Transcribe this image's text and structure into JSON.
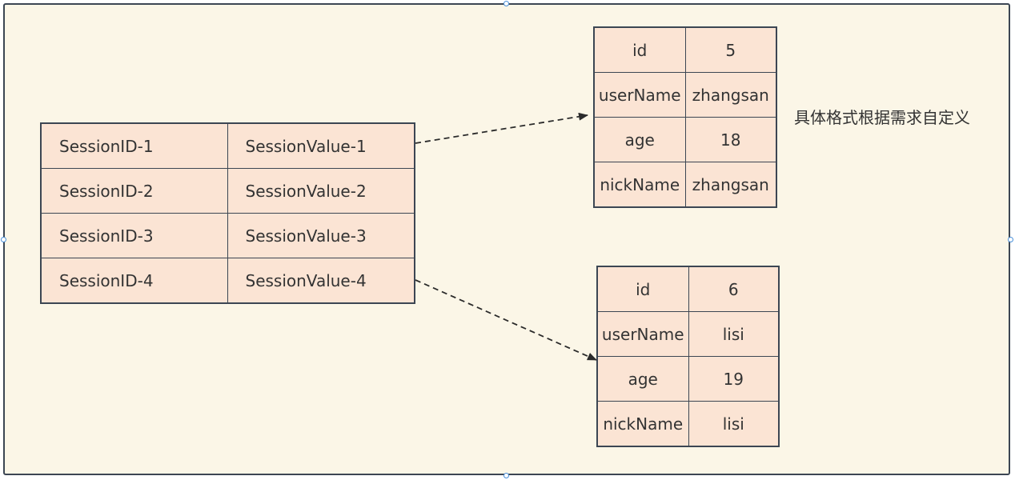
{
  "session_table": {
    "rows": [
      {
        "key": "SessionID-1",
        "value": "SessionValue-1"
      },
      {
        "key": "SessionID-2",
        "value": "SessionValue-2"
      },
      {
        "key": "SessionID-3",
        "value": "SessionValue-3"
      },
      {
        "key": "SessionID-4",
        "value": "SessionValue-4"
      }
    ]
  },
  "objects": [
    {
      "rows": [
        {
          "field": "id",
          "value": "5"
        },
        {
          "field": "userName",
          "value": "zhangsan"
        },
        {
          "field": "age",
          "value": "18"
        },
        {
          "field": "nickName",
          "value": "zhangsan"
        }
      ]
    },
    {
      "rows": [
        {
          "field": "id",
          "value": "6"
        },
        {
          "field": "userName",
          "value": "lisi"
        },
        {
          "field": "age",
          "value": "19"
        },
        {
          "field": "nickName",
          "value": "lisi"
        }
      ]
    }
  ],
  "note": "具体格式根据需求自定义",
  "colors": {
    "canvas_bg": "#fbf6e7",
    "cell_fill": "#fbe4d4",
    "border": "#3c4653",
    "selection_handle": "#4a90d9"
  }
}
